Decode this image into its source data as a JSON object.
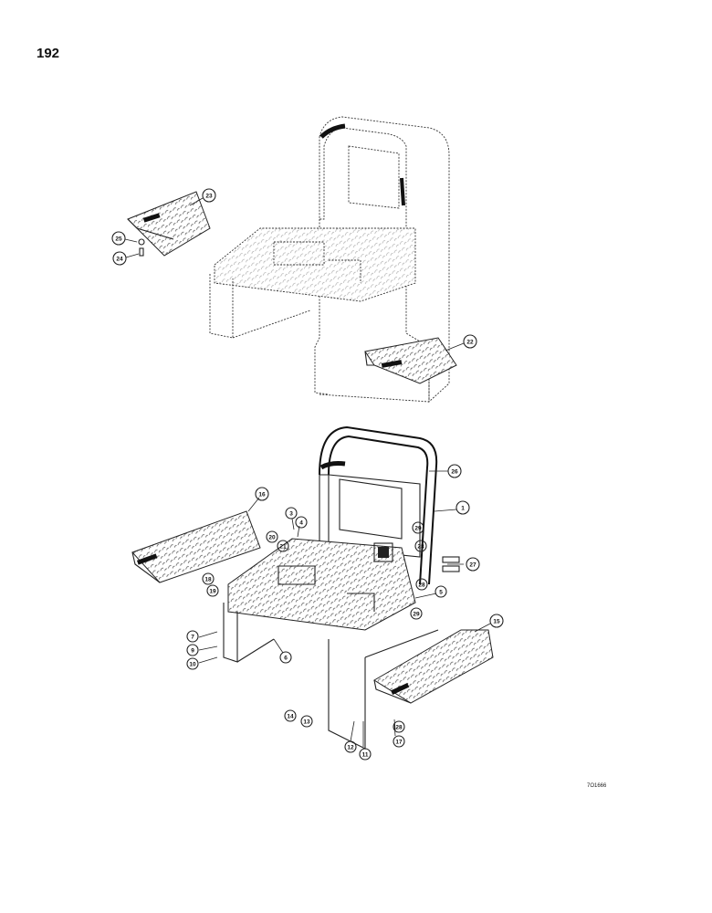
{
  "page": {
    "number": "192",
    "drawing_code": "7O1666"
  },
  "callouts": [
    {
      "id": "c23",
      "label": "23"
    },
    {
      "id": "c25",
      "label": "25"
    },
    {
      "id": "c24",
      "label": "24"
    },
    {
      "id": "c22",
      "label": "22"
    },
    {
      "id": "c26",
      "label": "26"
    },
    {
      "id": "c1a",
      "label": "1"
    },
    {
      "id": "c16",
      "label": "16"
    },
    {
      "id": "c3",
      "label": "3"
    },
    {
      "id": "c4",
      "label": "4"
    },
    {
      "id": "c20",
      "label": "20"
    },
    {
      "id": "c21",
      "label": "21"
    },
    {
      "id": "c29a",
      "label": "29"
    },
    {
      "id": "c28a",
      "label": "28"
    },
    {
      "id": "c27",
      "label": "27"
    },
    {
      "id": "c28b",
      "label": "28"
    },
    {
      "id": "c18",
      "label": "18"
    },
    {
      "id": "c19",
      "label": "19"
    },
    {
      "id": "c5",
      "label": "5"
    },
    {
      "id": "c29b",
      "label": "29"
    },
    {
      "id": "c15",
      "label": "15"
    },
    {
      "id": "c7",
      "label": "7"
    },
    {
      "id": "c9",
      "label": "9"
    },
    {
      "id": "c10",
      "label": "10"
    },
    {
      "id": "c6",
      "label": "6"
    },
    {
      "id": "c14",
      "label": "14"
    },
    {
      "id": "c13",
      "label": "13"
    },
    {
      "id": "c12",
      "label": "12"
    },
    {
      "id": "c11",
      "label": "11"
    },
    {
      "id": "c28c",
      "label": "28"
    },
    {
      "id": "c17",
      "label": "17"
    }
  ]
}
